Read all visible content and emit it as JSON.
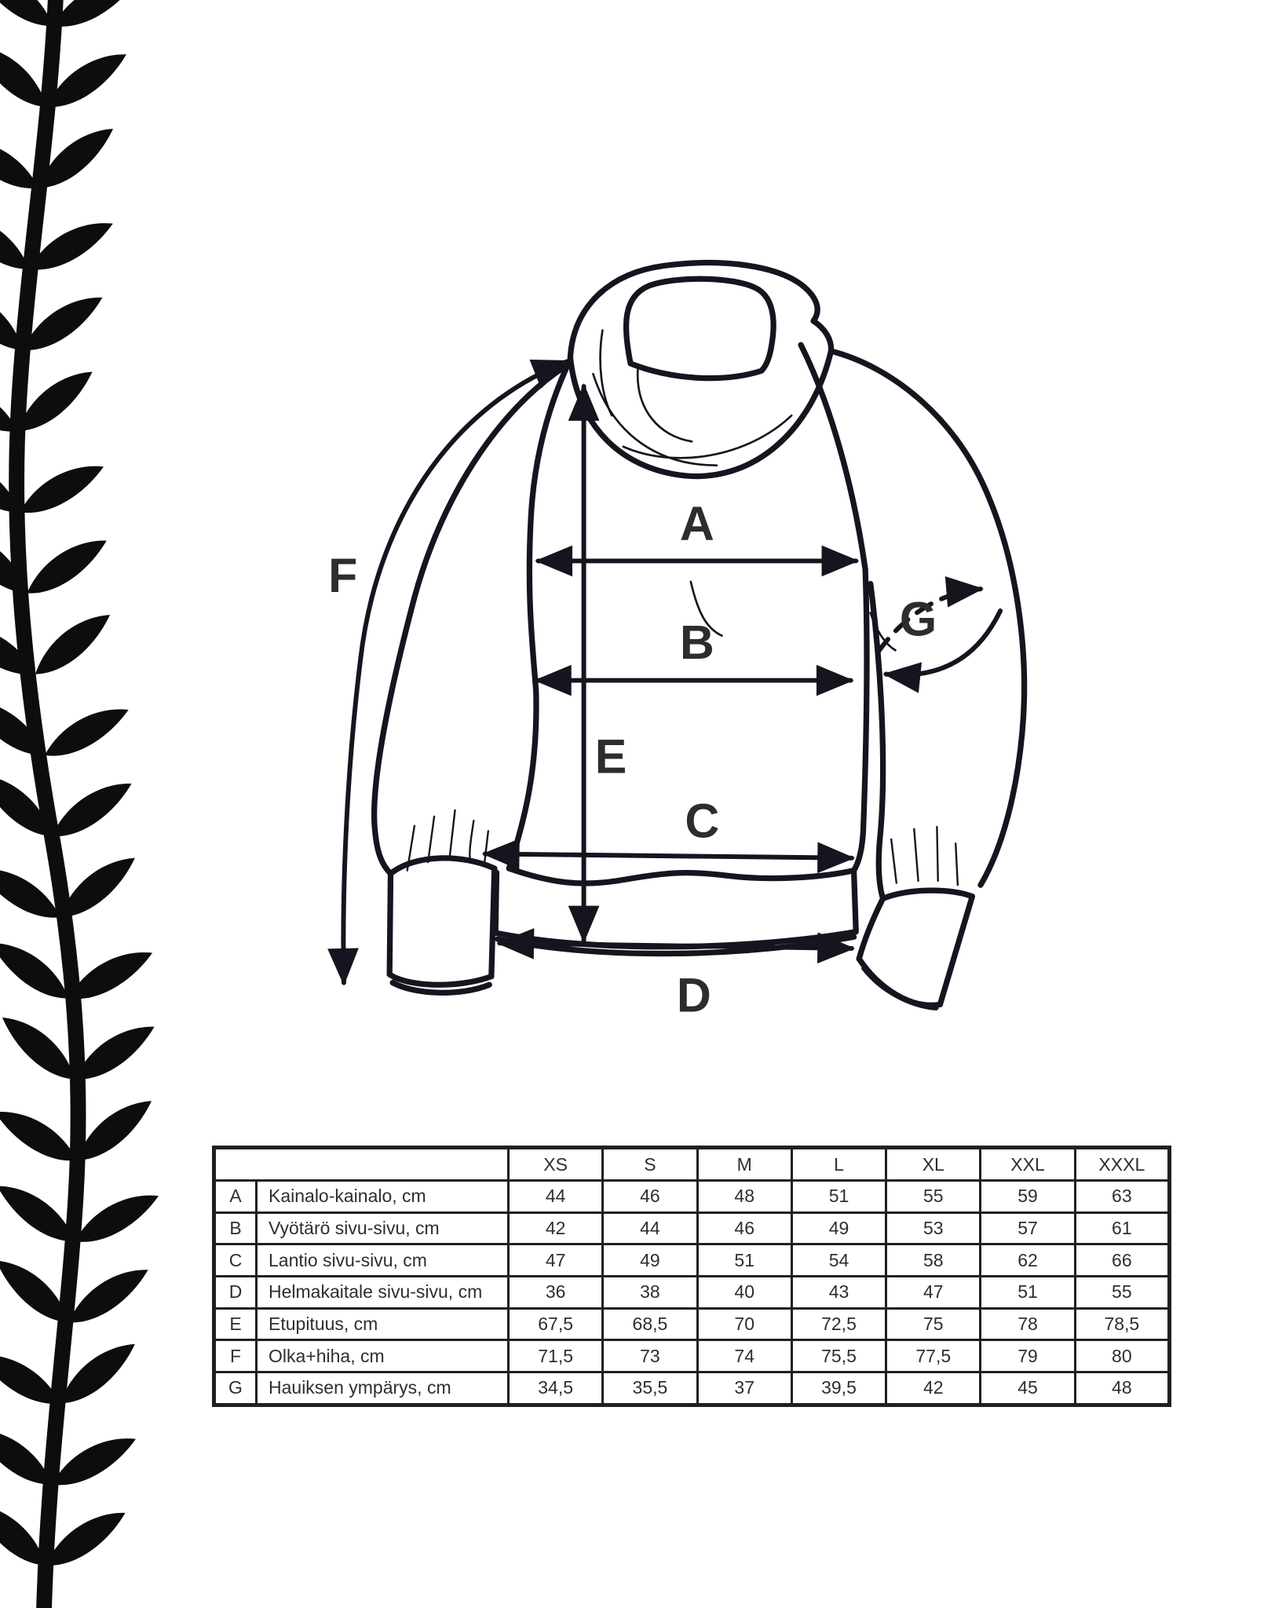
{
  "diagram": {
    "labels": {
      "a": "A",
      "b": "B",
      "c": "C",
      "d": "D",
      "e": "E",
      "f": "F",
      "g": "G"
    },
    "ink_color": "#15151f",
    "label_color": "#2d2d2d"
  },
  "decor": {
    "vine_icon": "leaf-vine-border",
    "color": "#0d0d0d"
  },
  "size_table": {
    "corner": "",
    "sizes": [
      "XS",
      "S",
      "M",
      "L",
      "XL",
      "XXL",
      "XXXL"
    ],
    "rows": [
      {
        "letter": "A",
        "label": "Kainalo-kainalo, cm",
        "values": [
          "44",
          "46",
          "48",
          "51",
          "55",
          "59",
          "63"
        ]
      },
      {
        "letter": "B",
        "label": "Vyötärö sivu-sivu, cm",
        "values": [
          "42",
          "44",
          "46",
          "49",
          "53",
          "57",
          "61"
        ]
      },
      {
        "letter": "C",
        "label": "Lantio sivu-sivu, cm",
        "values": [
          "47",
          "49",
          "51",
          "54",
          "58",
          "62",
          "66"
        ]
      },
      {
        "letter": "D",
        "label": "Helmakaitale sivu-sivu, cm",
        "values": [
          "36",
          "38",
          "40",
          "43",
          "47",
          "51",
          "55"
        ]
      },
      {
        "letter": "E",
        "label": "Etupituus, cm",
        "values": [
          "67,5",
          "68,5",
          "70",
          "72,5",
          "75",
          "78",
          "78,5"
        ]
      },
      {
        "letter": "F",
        "label": "Olka+hiha, cm",
        "values": [
          "71,5",
          "73",
          "74",
          "75,5",
          "77,5",
          "79",
          "80"
        ]
      },
      {
        "letter": "G",
        "label": "Hauiksen ympärys, cm",
        "values": [
          "34,5",
          "35,5",
          "37",
          "39,5",
          "42",
          "45",
          "48"
        ]
      }
    ]
  }
}
